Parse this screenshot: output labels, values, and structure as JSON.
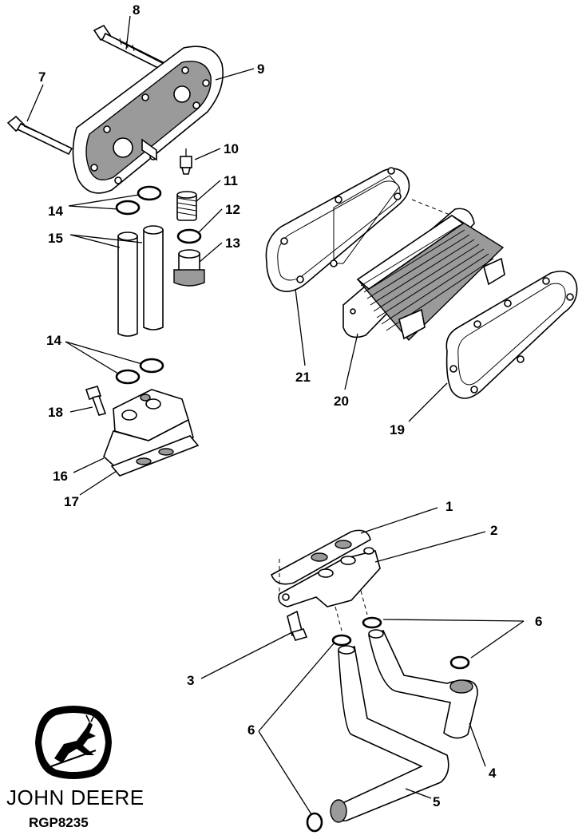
{
  "callouts": {
    "c1": "1",
    "c2": "2",
    "c3": "3",
    "c4": "4",
    "c5": "5",
    "c6a": "6",
    "c6b": "6",
    "c7": "7",
    "c8": "8",
    "c9": "9",
    "c10": "10",
    "c11": "11",
    "c12": "12",
    "c13": "13",
    "c14a": "14",
    "c14b": "14",
    "c15": "15",
    "c16": "16",
    "c17": "17",
    "c18": "18",
    "c19": "19",
    "c20": "20",
    "c21": "21"
  },
  "brand": {
    "name": "JOHN DEERE",
    "figure_code": "RGP8235"
  }
}
